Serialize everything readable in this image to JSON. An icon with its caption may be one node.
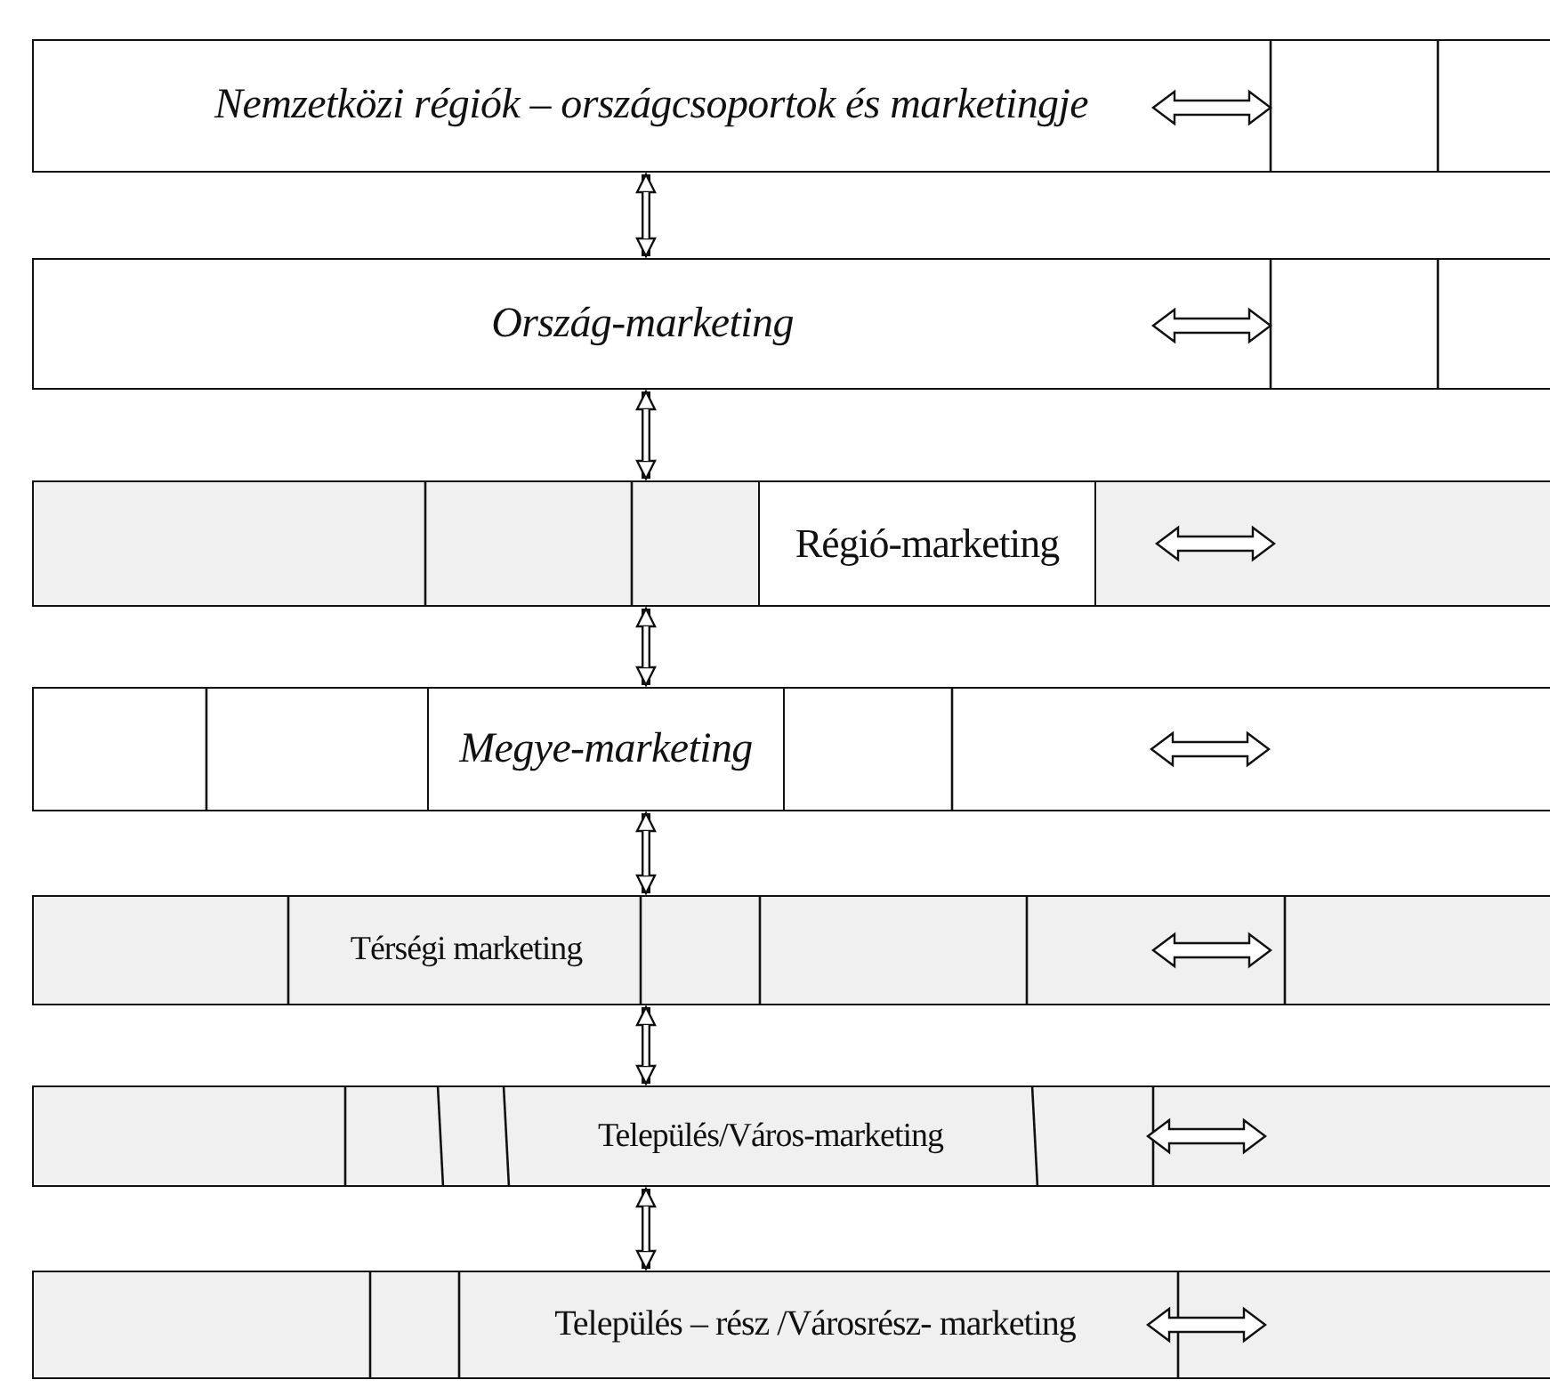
{
  "diagram": {
    "nodes": [
      {
        "text": [
          "Nemzetközi régiók – országcsoportok és marketingje"
        ]
      },
      {
        "text": [
          "Ország-marketing"
        ]
      },
      {
        "text": [
          "Régió-marketing"
        ]
      },
      {
        "text": [
          "Megye-marketing"
        ]
      },
      {
        "text": [
          "Térségi marketing"
        ]
      },
      {
        "text": [
          "Település/Város-marketing"
        ]
      },
      {
        "text": [
          "Település – rész /Városrész- marketing"
        ]
      }
    ],
    "edges": [
      {
        "from": 0,
        "to": 1,
        "arrow": "both"
      },
      {
        "from": 1,
        "to": 2,
        "arrow": "both"
      },
      {
        "from": 2,
        "to": 3,
        "arrow": "both"
      },
      {
        "from": 3,
        "to": 4,
        "arrow": "both"
      },
      {
        "from": 4,
        "to": 5,
        "arrow": "both"
      },
      {
        "from": 5,
        "to": 6,
        "arrow": "both"
      }
    ]
  }
}
